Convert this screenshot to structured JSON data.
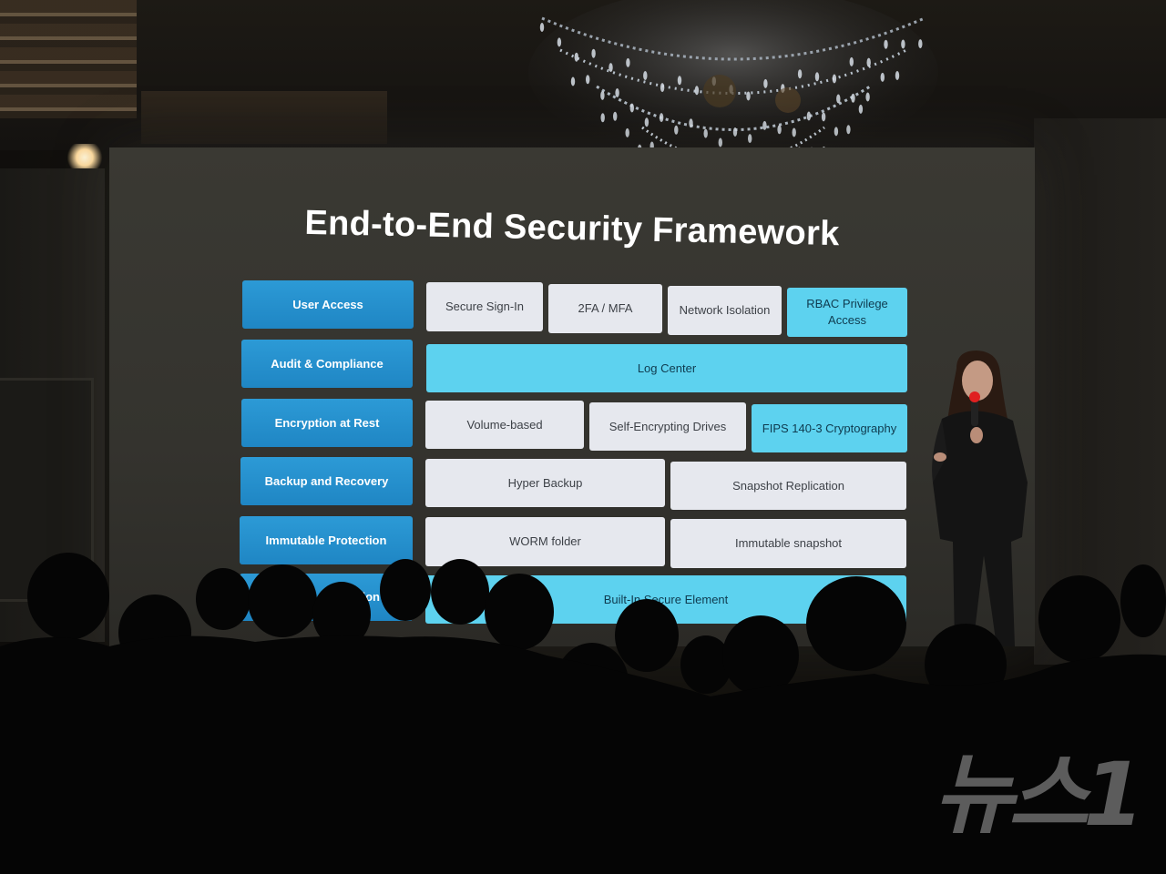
{
  "slide": {
    "title": "End-to-End Security Framework",
    "rows": [
      {
        "label": "User Access",
        "cells": [
          {
            "text": "Secure Sign-In",
            "style": "light"
          },
          {
            "text": "2FA / MFA",
            "style": "light"
          },
          {
            "text": "Network Isolation",
            "style": "light"
          },
          {
            "text": "RBAC Privilege Access",
            "style": "cyan"
          }
        ]
      },
      {
        "label": "Audit & Compliance",
        "cells": [
          {
            "text": "Log Center",
            "style": "cyan"
          }
        ]
      },
      {
        "label": "Encryption at Rest",
        "cells": [
          {
            "text": "Volume-based",
            "style": "light"
          },
          {
            "text": "Self-Encrypting Drives",
            "style": "light"
          },
          {
            "text": "FIPS 140-3 Cryptography",
            "style": "cyan"
          }
        ]
      },
      {
        "label": "Backup and Recovery",
        "cells": [
          {
            "text": "Hyper Backup",
            "style": "light"
          },
          {
            "text": "Snapshot Replication",
            "style": "light"
          }
        ]
      },
      {
        "label": "Immutable Protection",
        "cells": [
          {
            "text": "WORM folder",
            "style": "light"
          },
          {
            "text": "Immutable snapshot",
            "style": "light"
          }
        ]
      },
      {
        "label": "tion",
        "cells": [
          {
            "text": "Built-In Secure Element",
            "style": "cyan"
          }
        ]
      }
    ]
  },
  "watermark": {
    "text": "뉴스1"
  },
  "colors": {
    "row_label": "#2196d3",
    "cell_light": "#e6e8ee",
    "cell_cyan": "#5dd2ef",
    "screen": "#383731"
  }
}
